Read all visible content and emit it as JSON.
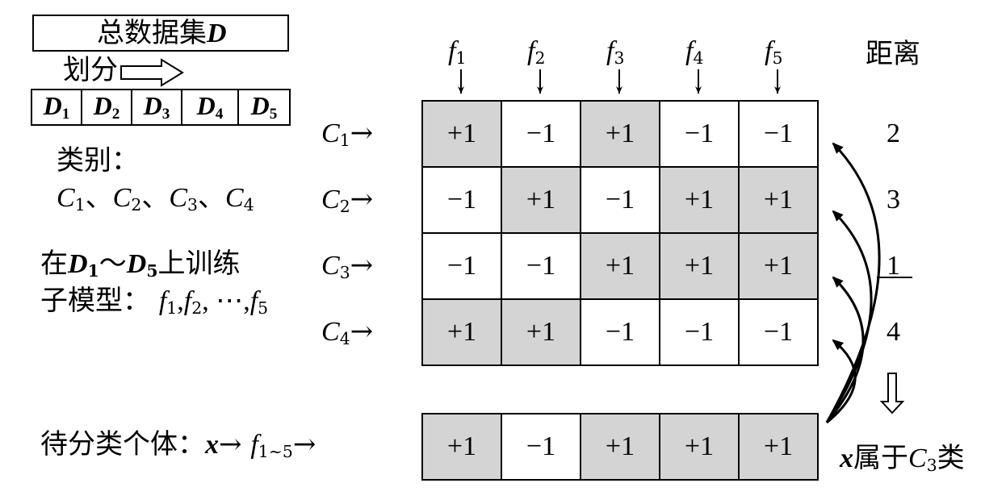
{
  "dataset": {
    "title_prefix": "总数据集",
    "title_symbol": "D",
    "split_label": "划分",
    "parts": [
      {
        "sym": "D",
        "sub": "1"
      },
      {
        "sym": "D",
        "sub": "2"
      },
      {
        "sym": "D",
        "sub": "3"
      },
      {
        "sym": "D",
        "sub": "4"
      },
      {
        "sym": "D",
        "sub": "5"
      }
    ]
  },
  "categories": {
    "label": "类别：",
    "sep": "、",
    "items": [
      {
        "sym": "C",
        "sub": "1"
      },
      {
        "sym": "C",
        "sub": "2"
      },
      {
        "sym": "C",
        "sub": "3"
      },
      {
        "sym": "C",
        "sub": "4"
      }
    ]
  },
  "training": {
    "line1_prefix": "在",
    "from_sym": "D",
    "from_sub": "1",
    "tilde": "～",
    "to_sym": "D",
    "to_sub": "5",
    "line1_suffix": "上训练",
    "line2_prefix": "子模型：",
    "line2_models": [
      {
        "sym": "f",
        "sub": "1",
        "after": ","
      },
      {
        "sym": "f",
        "sub": "2",
        "after": ", ⋯,"
      },
      {
        "sym": "f",
        "sub": "5",
        "after": ""
      }
    ]
  },
  "classifiers": [
    {
      "sym": "f",
      "sub": "1"
    },
    {
      "sym": "f",
      "sub": "2"
    },
    {
      "sym": "f",
      "sub": "3"
    },
    {
      "sym": "f",
      "sub": "4"
    },
    {
      "sym": "f",
      "sub": "5"
    }
  ],
  "distance_header": "距离",
  "code_rows": [
    {
      "sym": "C",
      "sub": "1",
      "values": [
        "+1",
        "−1",
        "+1",
        "−1",
        "−1"
      ],
      "distance": "2"
    },
    {
      "sym": "C",
      "sub": "2",
      "values": [
        "−1",
        "+1",
        "−1",
        "+1",
        "+1"
      ],
      "distance": "3"
    },
    {
      "sym": "C",
      "sub": "3",
      "values": [
        "−1",
        "−1",
        "+1",
        "+1",
        "+1"
      ],
      "distance": "1"
    },
    {
      "sym": "C",
      "sub": "4",
      "values": [
        "+1",
        "+1",
        "−1",
        "−1",
        "−1"
      ],
      "distance": "4"
    }
  ],
  "sample": {
    "label": "待分类个体：",
    "x": "x",
    "arrow": "→",
    "f_sym": "f",
    "f_sub": "1∼5",
    "values": [
      "+1",
      "−1",
      "+1",
      "+1",
      "+1"
    ]
  },
  "result": {
    "x": "x",
    "text1": "属于",
    "sym": "C",
    "sub": "3",
    "text2": "类"
  },
  "colors": {
    "shaded": "#d4d4d4",
    "line": "#000000"
  }
}
